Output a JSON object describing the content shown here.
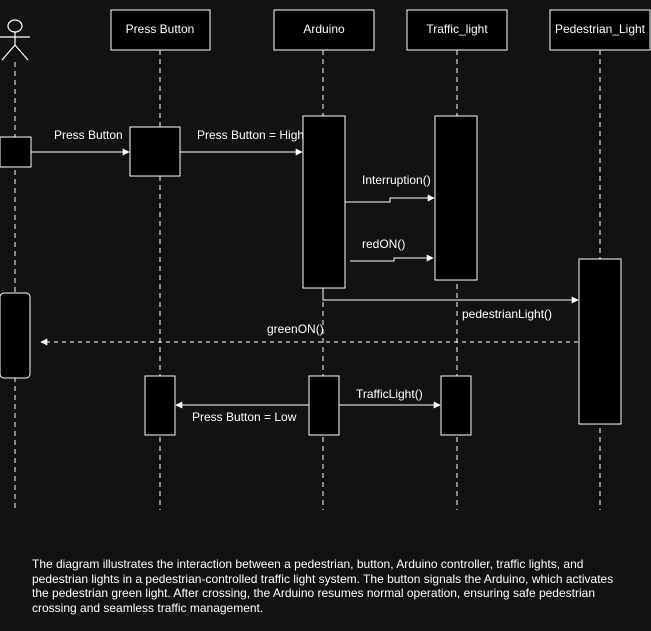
{
  "diagram": {
    "type": "sequence",
    "participants": {
      "actor": "",
      "press_button": "Press Button",
      "arduino": "Arduino",
      "traffic_light": "Traffic_light",
      "pedestrian_light": "Pedestrian_Light"
    },
    "messages": [
      {
        "id": "m1",
        "from": "actor",
        "to": "press_button",
        "label": "Press Button",
        "style": "solid"
      },
      {
        "id": "m2",
        "from": "press_button",
        "to": "arduino",
        "label": "Press Button = High",
        "style": "solid"
      },
      {
        "id": "m3",
        "from": "arduino",
        "to": "traffic_light",
        "label": "Interruption()",
        "style": "solid"
      },
      {
        "id": "m4",
        "from": "arduino",
        "to": "traffic_light",
        "label": "redON()",
        "style": "solid"
      },
      {
        "id": "m5",
        "from": "arduino",
        "to": "pedestrian_light",
        "label": "pedestrianLight()",
        "style": "solid"
      },
      {
        "id": "m6",
        "from": "pedestrian_light",
        "to": "actor",
        "label": "greenON()",
        "style": "dashed"
      },
      {
        "id": "m7",
        "from": "arduino",
        "to": "traffic_light",
        "label": "TrafficLight()",
        "style": "solid"
      },
      {
        "id": "m8",
        "from": "arduino",
        "to": "press_button",
        "label": "Press Button = Low",
        "style": "solid"
      }
    ]
  },
  "caption": "The diagram illustrates the interaction between a pedestrian, button, Arduino controller, traffic lights, and pedestrian lights in a pedestrian-controlled traffic light system. The button signals the Arduino, which activates the pedestrian green light. After crossing, the Arduino resumes normal operation, ensuring safe pedestrian crossing and seamless traffic management.",
  "colors": {
    "background": "#121212",
    "line": "#ffffff",
    "activation_fill": "#000000"
  }
}
